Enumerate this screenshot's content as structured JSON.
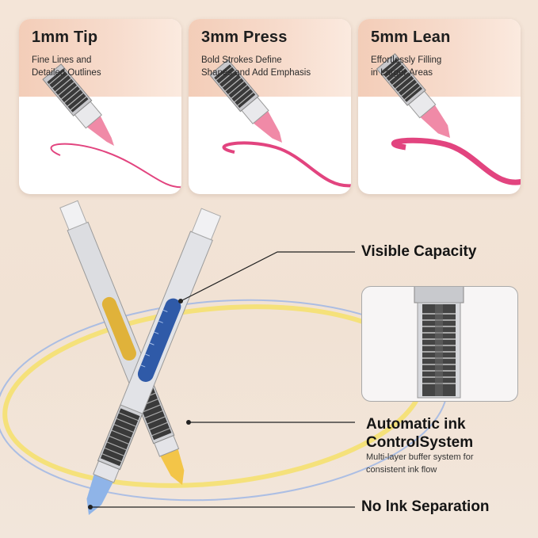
{
  "cards": [
    {
      "title": "1mm Tip",
      "line1": "Fine Lines and",
      "line2": "Detailed Outlines"
    },
    {
      "title": "3mm Press",
      "line1": "Bold Strokes Define",
      "line2": "Shapes and Add Emphasis"
    },
    {
      "title": "5mm Lean",
      "line1": "Effortlessly Filling",
      "line2": "in Larger Areas"
    }
  ],
  "callouts": {
    "visible_capacity": "Visible Capacity",
    "auto_ink_line1": "Automatic ink",
    "auto_ink_line2": "ControlSystem",
    "auto_ink_sub1": "Multi-layer buffer system for",
    "auto_ink_sub2": "consistent ink flow",
    "no_separation": "No lnk Separation"
  },
  "colors": {
    "stroke_pink": "#e2447f",
    "tip_pink": "#f08aa7",
    "ink_blue": "#2f5aa8",
    "ink_yellow": "#e0b23a",
    "tip_yellow": "#f3c548",
    "tip_blue": "#8fb4e8",
    "ring_yellow": "#f6e06a",
    "ring_blue": "#9ab4e6"
  }
}
